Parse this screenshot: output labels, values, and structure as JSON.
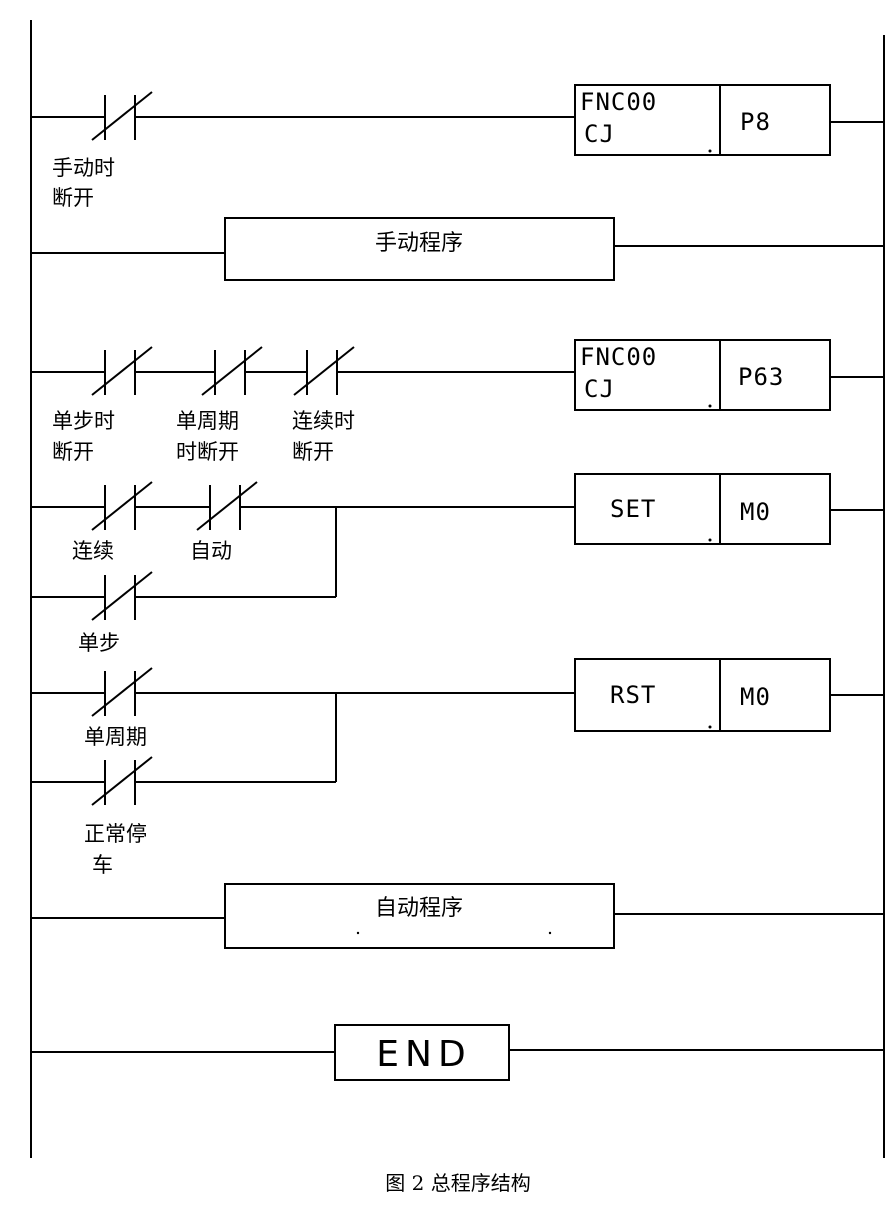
{
  "diagram": {
    "rung1": {
      "contact_label_line1": "手动时",
      "contact_label_line2": "断开",
      "instr_line1": "FNC00",
      "instr_line2": "CJ",
      "operand": "P8"
    },
    "rung2": {
      "block_label": "手动程序"
    },
    "rung3": {
      "c1_line1": "单步时",
      "c1_line2": "断开",
      "c2_line1": "单周期",
      "c2_line2": "时断开",
      "c3_line1": "连续时",
      "c3_line2": "断开",
      "instr_line1": "FNC00",
      "instr_line2": "CJ",
      "operand": "P63"
    },
    "rung4": {
      "c1_label": "连续",
      "c2_label": "自动",
      "c3_label": "单步",
      "instr": "SET",
      "operand": "M0"
    },
    "rung5": {
      "c1_label": "单周期",
      "c2_line1": "正常停",
      "c2_line2": "车",
      "instr": "RST",
      "operand": "M0"
    },
    "rung6": {
      "block_label": "自动程序"
    },
    "rung7": {
      "end_label": "END"
    }
  },
  "caption": "图 2 总程序结构"
}
